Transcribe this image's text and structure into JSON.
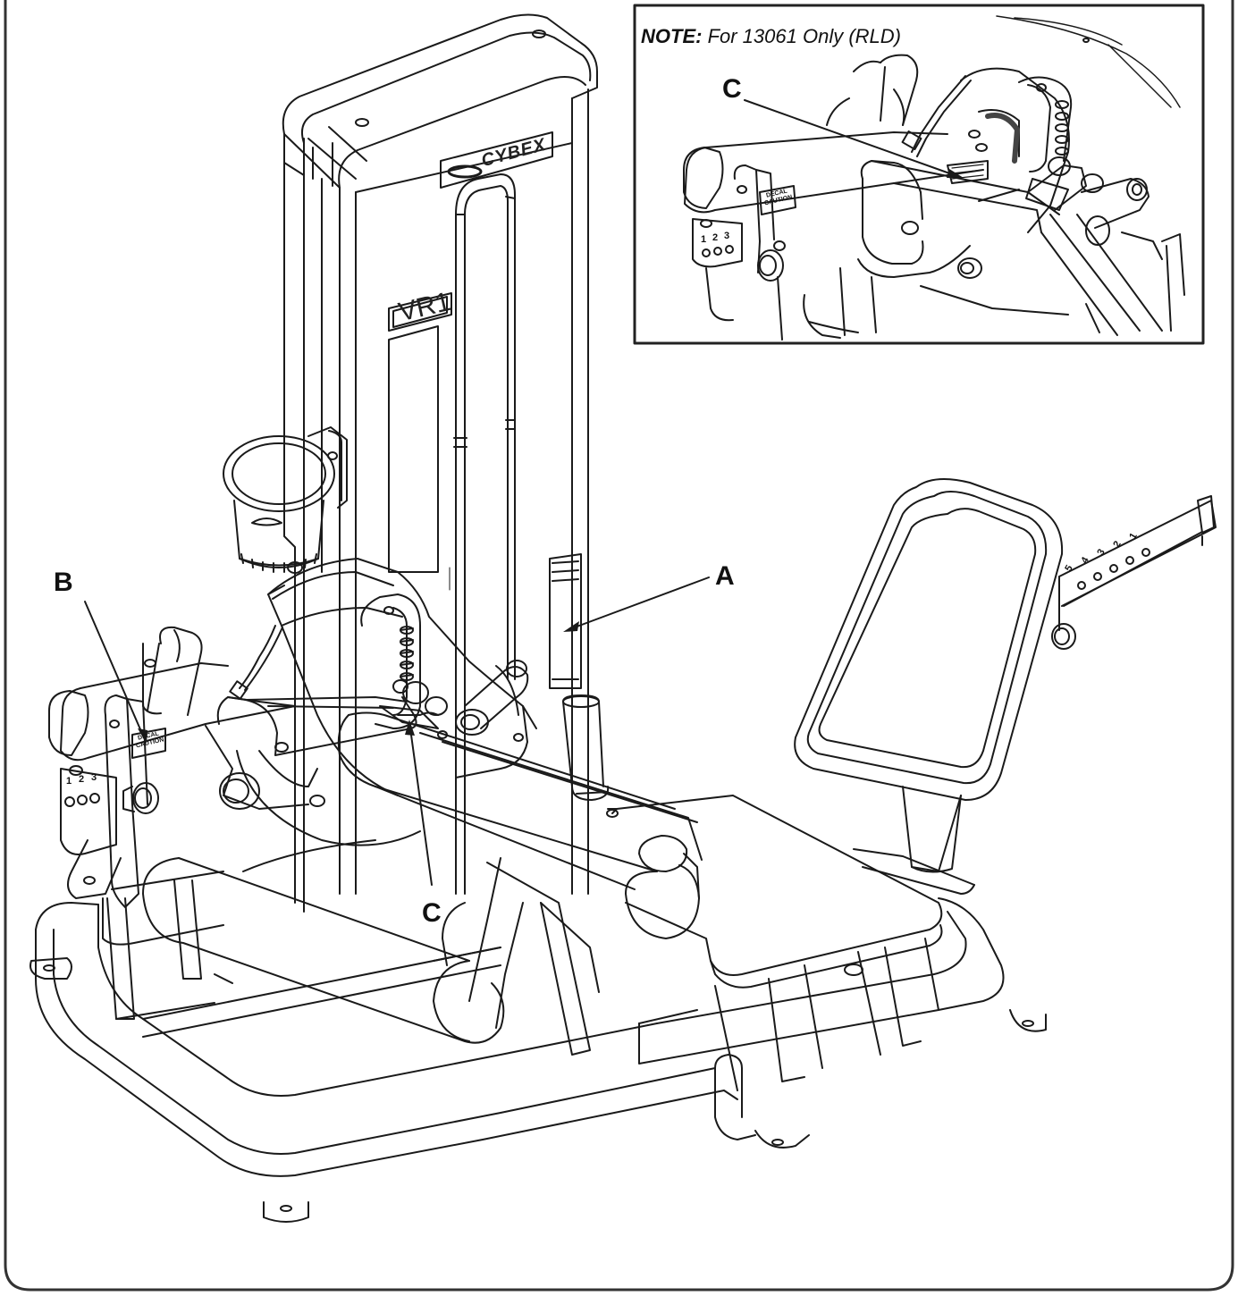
{
  "note": {
    "label": "NOTE:",
    "text": " For 13061 Only (RLD)"
  },
  "callouts": {
    "a": "A",
    "b": "B",
    "c_main": "C",
    "c_inset": "C"
  },
  "machine": {
    "brand": "CYBEX",
    "model": "VR1",
    "decal_main": [
      "DECAL",
      "CAUTION"
    ],
    "decal_inset": [
      "DECAL",
      "CAUTION"
    ],
    "pin_numbers": [
      "1",
      "2",
      "3"
    ],
    "seat_positions": [
      "5",
      "4",
      "3",
      "2",
      "1"
    ]
  },
  "colors": {
    "line": "#1a1a1a",
    "frame": "#333333",
    "fill": "#ffffff"
  }
}
